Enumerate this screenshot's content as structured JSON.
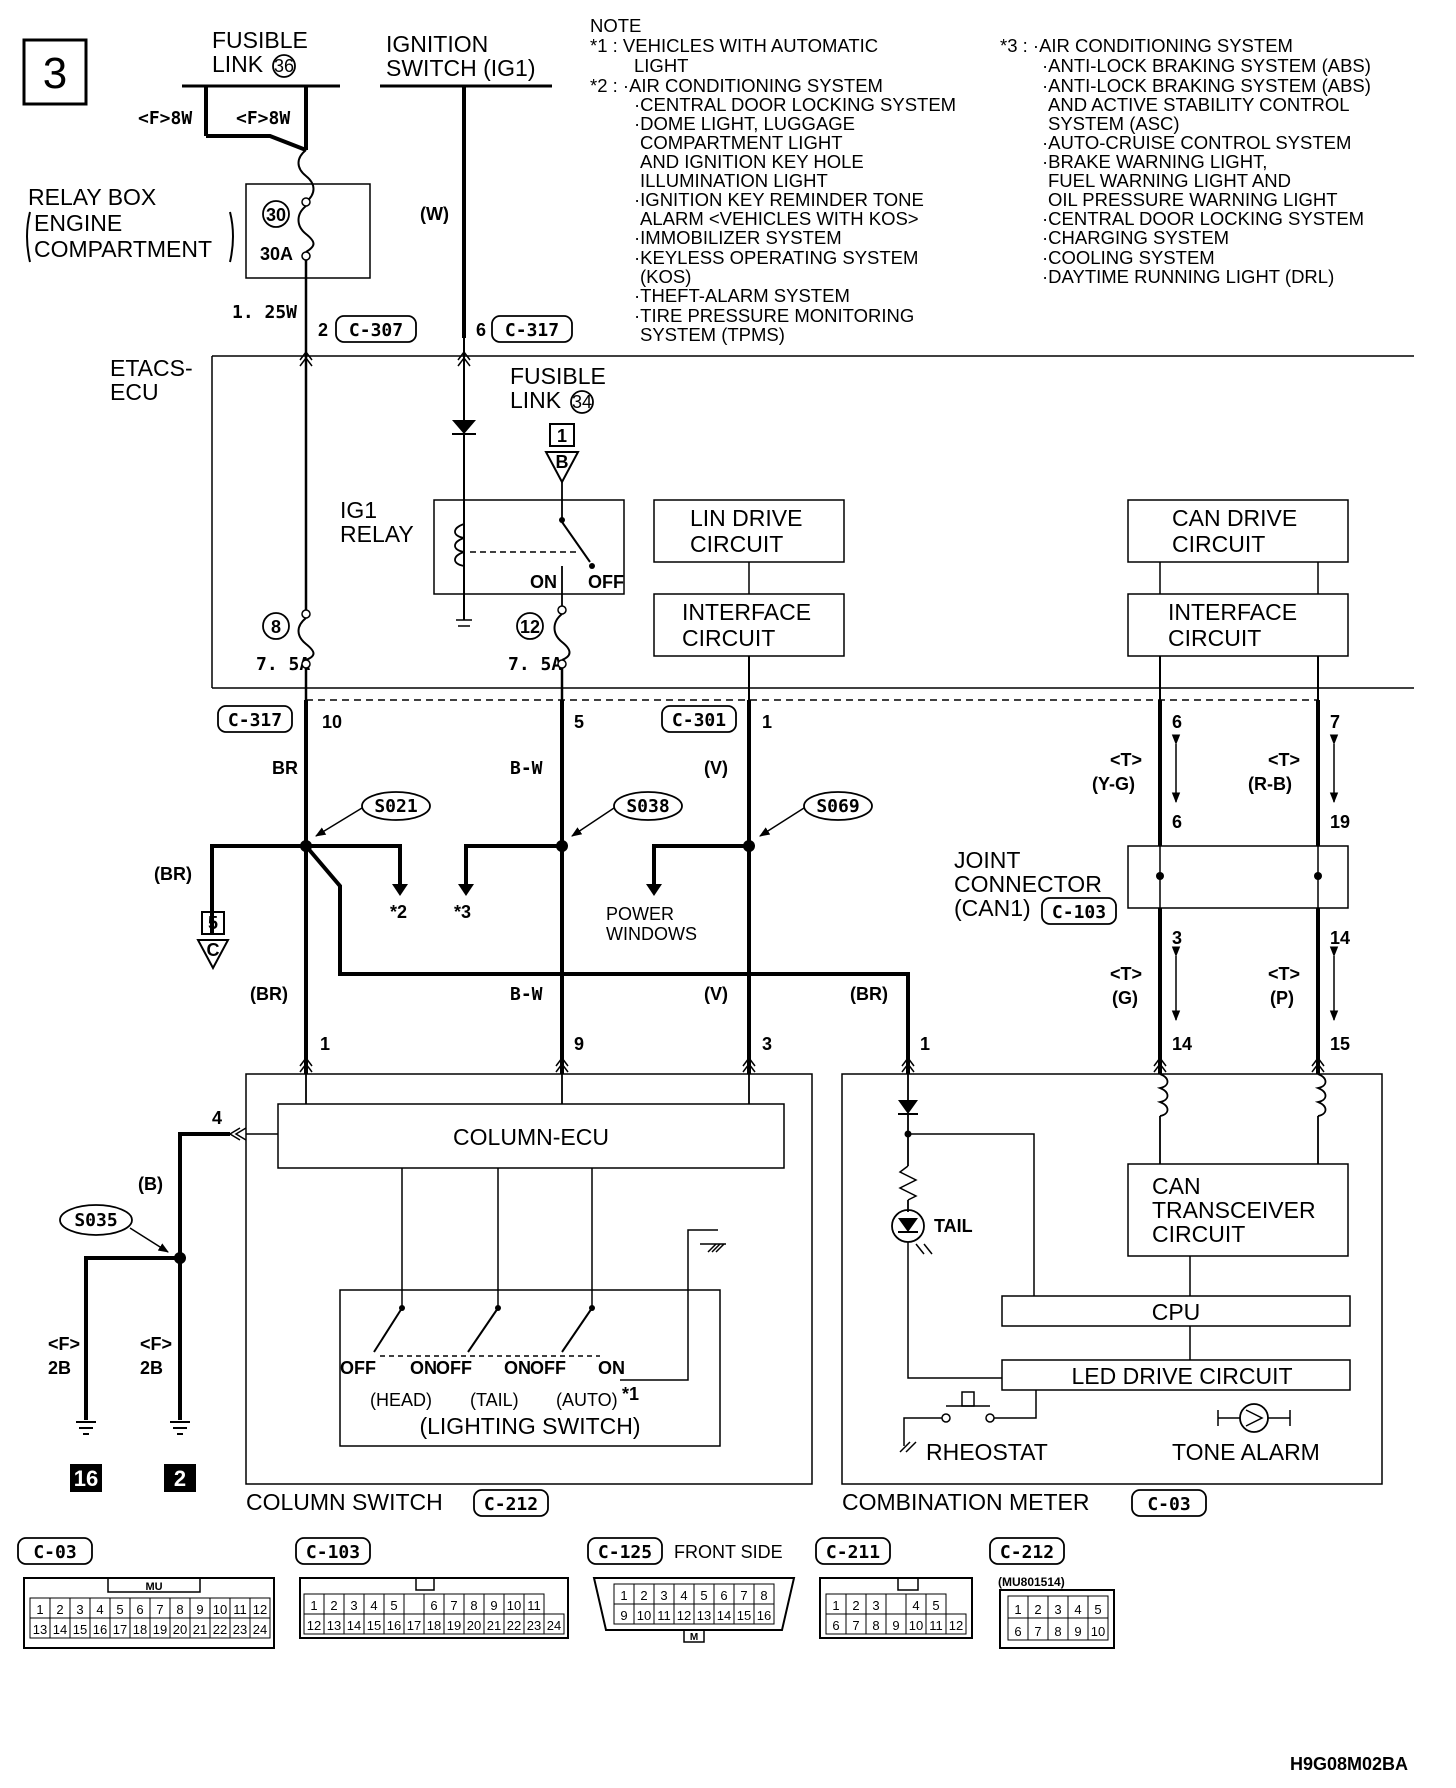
{
  "page": {
    "number": "3",
    "code": "H9G08M02BA"
  },
  "fusible_link_36": {
    "line1": "FUSIBLE",
    "line2": "LINK",
    "num": "36",
    "left": "<F>8W",
    "right": "<F>8W"
  },
  "ignition_switch": {
    "line1": "IGNITION",
    "line2": "SWITCH (IG1)",
    "wire": "(W)"
  },
  "relay_box": {
    "line1": "RELAY BOX",
    "line2": "ENGINE",
    "line3": "COMPARTMENT",
    "fuse": "30",
    "amp": "30A",
    "wire": "1. 25W"
  },
  "connectors_top": {
    "pin2": "2",
    "c307": "C-307",
    "pin6": "6",
    "c317": "C-317"
  },
  "notes": {
    "title": "NOTE",
    "n1": [
      "*1 : VEHICLES WITH AUTOMATIC",
      "LIGHT"
    ],
    "n2": [
      "*2 : ·AIR CONDITIONING SYSTEM",
      "·CENTRAL DOOR LOCKING SYSTEM",
      "·DOME LIGHT, LUGGAGE",
      "COMPARTMENT LIGHT",
      "AND IGNITION KEY HOLE",
      "ILLUMINATION LIGHT",
      "·IGNITION KEY REMINDER TONE",
      "ALARM <VEHICLES WITH KOS>",
      "·IMMOBILIZER SYSTEM",
      "·KEYLESS OPERATING SYSTEM",
      "(KOS)",
      "·THEFT-ALARM SYSTEM",
      "·TIRE PRESSURE MONITORING",
      "SYSTEM (TPMS)"
    ],
    "n3": [
      "*3 : ·AIR CONDITIONING SYSTEM",
      "·ANTI-LOCK BRAKING SYSTEM (ABS)",
      "·ANTI-LOCK BRAKING SYSTEM (ABS)",
      "AND ACTIVE STABILITY CONTROL",
      "SYSTEM (ASC)",
      "·AUTO-CRUISE CONTROL SYSTEM",
      "·BRAKE WARNING LIGHT,",
      "FUEL WARNING LIGHT AND",
      "OIL PRESSURE WARNING LIGHT",
      "·CENTRAL DOOR LOCKING SYSTEM",
      "·CHARGING SYSTEM",
      "·COOLING SYSTEM",
      "·DAYTIME RUNNING LIGHT (DRL)"
    ]
  },
  "etacs": {
    "line1": "ETACS-",
    "line2": "ECU",
    "fusible_link_34": {
      "line1": "FUSIBLE",
      "line2": "LINK",
      "num": "34",
      "conn": "1",
      "tri": "B"
    },
    "ig1_relay": {
      "line1": "IG1",
      "line2": "RELAY",
      "on": "ON",
      "off": "OFF"
    },
    "fuse8": {
      "num": "8",
      "amp": "7. 5A"
    },
    "fuse12": {
      "num": "12",
      "amp": "7. 5A"
    },
    "lin": {
      "line1": "LIN DRIVE",
      "line2": "CIRCUIT"
    },
    "interface": {
      "line1": "INTERFACE",
      "line2": "CIRCUIT"
    },
    "can": {
      "line1": "CAN DRIVE",
      "line2": "CIRCUIT"
    }
  },
  "etacs_pins": {
    "c317": "C-317",
    "p10": "10",
    "p5": "5",
    "c301": "C-301",
    "p1": "1",
    "p6": "6",
    "p7": "7"
  },
  "wires": {
    "br": "BR",
    "bw": "B-W",
    "v": "(V)",
    "br_p": "(BR)",
    "t": "<T>",
    "yg": "(Y-G)",
    "rb": "(R-B)",
    "g": "(G)",
    "p": "(P)",
    "b": "(B)"
  },
  "splices": {
    "s021": "S021",
    "s038": "S038",
    "s069": "S069",
    "s035": "S035"
  },
  "refs": {
    "star2": "*2",
    "star3": "*3",
    "power_windows_1": "POWER",
    "power_windows_2": "WINDOWS",
    "ref5": "5",
    "refC": "C"
  },
  "joint": {
    "line1": "JOINT",
    "line2": "CONNECTOR",
    "line3": "(CAN1)",
    "conn": "C-103",
    "p6": "6",
    "p19": "19",
    "p3": "3",
    "p14": "14",
    "p14b": "14",
    "p15": "15"
  },
  "column_switch": {
    "label": "COLUMN SWITCH",
    "conn": "C-212",
    "ecu": "COLUMN-ECU",
    "p1": "1",
    "p9": "9",
    "p3": "3",
    "p4": "4",
    "lighting": "(LIGHTING SWITCH)",
    "head": "(HEAD)",
    "tail": "(TAIL)",
    "auto": "(AUTO)",
    "star1": "*1",
    "off": "OFF",
    "on": "ON"
  },
  "combination_meter": {
    "label": "COMBINATION METER",
    "conn": "C-03",
    "p1": "1",
    "tail": "TAIL",
    "can1": "CAN",
    "can2": "TRANSCEIVER",
    "can3": "CIRCUIT",
    "cpu": "CPU",
    "led": "LED DRIVE CIRCUIT",
    "rheostat": "RHEOSTAT",
    "tone": "TONE ALARM"
  },
  "grounds": {
    "f1": "<F>",
    "f2": "<F>",
    "w1": "2B",
    "w2": "2B",
    "g16": "16",
    "g2": "2"
  },
  "connectors_bottom": {
    "c03": {
      "name": "C-03",
      "tag": "MU",
      "row1": [
        "1",
        "2",
        "3",
        "4",
        "5",
        "6",
        "7",
        "8",
        "9",
        "10",
        "11",
        "12"
      ],
      "row2": [
        "13",
        "14",
        "15",
        "16",
        "17",
        "18",
        "19",
        "20",
        "21",
        "22",
        "23",
        "24"
      ]
    },
    "c103": {
      "name": "C-103",
      "row1": [
        "1",
        "2",
        "3",
        "4",
        "5",
        "",
        "6",
        "7",
        "8",
        "9",
        "10",
        "11"
      ],
      "row2": [
        "12",
        "13",
        "14",
        "15",
        "16",
        "17",
        "18",
        "19",
        "20",
        "21",
        "22",
        "23",
        "24"
      ]
    },
    "c125": {
      "name": "C-125",
      "side": "FRONT SIDE",
      "tag": "M",
      "row1": [
        "1",
        "2",
        "3",
        "4",
        "5",
        "6",
        "7",
        "8"
      ],
      "row2": [
        "9",
        "10",
        "11",
        "12",
        "13",
        "14",
        "15",
        "16"
      ]
    },
    "c211": {
      "name": "C-211",
      "row1": [
        "1",
        "2",
        "3",
        "",
        "4",
        "5"
      ],
      "row2": [
        "6",
        "7",
        "8",
        "9",
        "10",
        "11",
        "12"
      ]
    },
    "c212": {
      "name": "C-212",
      "part": "(MU801514)",
      "row1": [
        "1",
        "2",
        "3",
        "4",
        "5"
      ],
      "row2": [
        "6",
        "7",
        "8",
        "9",
        "10"
      ]
    }
  }
}
